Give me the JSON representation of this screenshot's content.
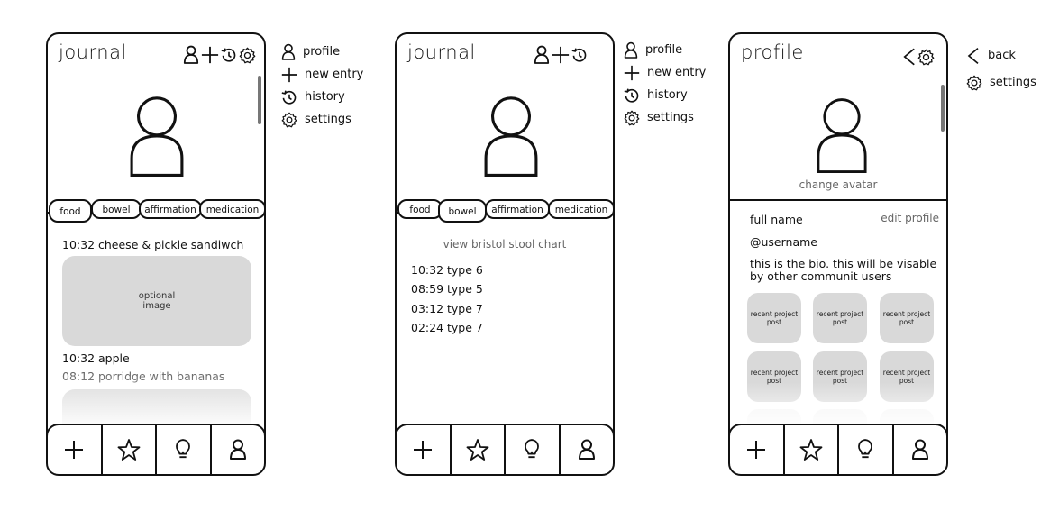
{
  "journal_food": {
    "title": "journal",
    "tabs": [
      "food",
      "bowel",
      "affirmation",
      "medication"
    ],
    "entries": [
      {
        "time": "10:32",
        "text": "cheese & pickle sandiwch"
      },
      {
        "time": "10:32",
        "text": "apple"
      },
      {
        "time": "08:12",
        "text": "porridge with bananas"
      }
    ],
    "image_placeholder": "optional\nimage"
  },
  "legend_1": [
    {
      "icon": "person-icon",
      "label": "profile"
    },
    {
      "icon": "plus-icon",
      "label": "new entry"
    },
    {
      "icon": "history-icon",
      "label": "history"
    },
    {
      "icon": "gear-icon",
      "label": "settings"
    }
  ],
  "journal_bowel": {
    "title": "journal",
    "tabs": [
      "food",
      "bowel",
      "affirmation",
      "medication"
    ],
    "chart_link": "view bristol stool chart",
    "entries": [
      {
        "time": "10:32",
        "text": "type 6"
      },
      {
        "time": "08:59",
        "text": "type 5"
      },
      {
        "time": "03:12",
        "text": "type 7"
      },
      {
        "time": "02:24",
        "text": "type 7"
      }
    ]
  },
  "legend_2": [
    {
      "icon": "person-icon",
      "label": "profile"
    },
    {
      "icon": "plus-icon",
      "label": "new entry"
    },
    {
      "icon": "history-icon",
      "label": "history"
    },
    {
      "icon": "gear-icon",
      "label": "settings"
    }
  ],
  "profile": {
    "title": "profile",
    "change_avatar": "change avatar",
    "full_name": "full name",
    "edit_profile": "edit profile",
    "username": "@username",
    "bio": "this is the bio. this will be visable by other communit users",
    "post_label": "recent project post"
  },
  "legend_3": [
    {
      "icon": "chevron-left-icon",
      "label": "back"
    },
    {
      "icon": "gear-icon",
      "label": "settings"
    }
  ],
  "colors": {
    "stroke": "#111111",
    "placeholder": "#d9d9d9",
    "muted": "#666666",
    "scrollbar": "#777777"
  }
}
